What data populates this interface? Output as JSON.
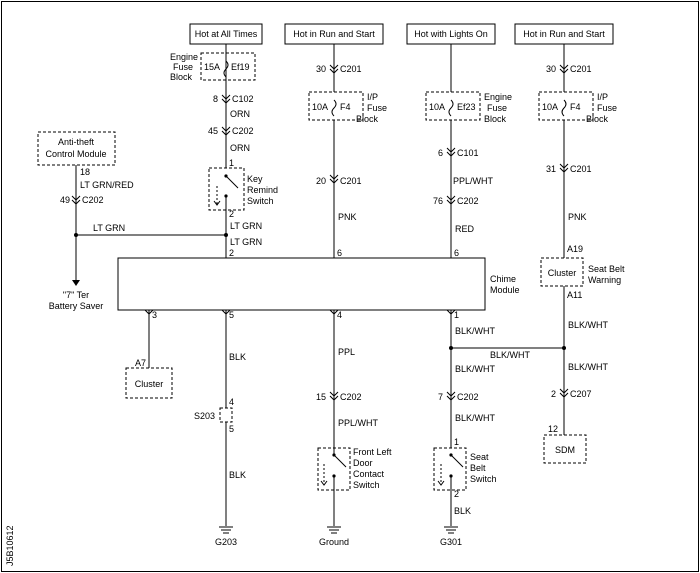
{
  "power": {
    "always": "Hot at All Times",
    "run1": "Hot in Run and Start",
    "lights": "Hot with Lights On",
    "run2": "Hot in Run and Start"
  },
  "fuses": {
    "ef19_amp": "15A",
    "ef19_name": "Ef19",
    "f4a_amp": "10A",
    "f4a_name": "F4",
    "ef23_amp": "10A",
    "ef23_name": "Ef23",
    "f4b_amp": "10A",
    "f4b_name": "F4"
  },
  "blocks": {
    "engine1": [
      "Engine",
      "Fuse",
      "Block"
    ],
    "ip1": [
      "I/P",
      "Fuse",
      "Block"
    ],
    "engine2": [
      "Engine",
      "Fuse",
      "Block"
    ],
    "ip2": [
      "I/P",
      "Fuse",
      "Block"
    ]
  },
  "connectors": {
    "c102_pin": "8",
    "c102": "C102",
    "c202a_pin": "45",
    "c202a": "C202",
    "c201a_pin": "30",
    "c201a": "C201",
    "c201b_pin": "20",
    "c201b": "C201",
    "c101_pin": "6",
    "c101": "C101",
    "c202b_pin": "76",
    "c202b": "C202",
    "c201c_pin": "30",
    "c201c": "C201",
    "c201d_pin": "31",
    "c201d": "C201",
    "c202c_pin": "49",
    "c202c": "C202",
    "c202d_pin": "15",
    "c202d": "C202",
    "c202e_pin": "7",
    "c202e": "C202",
    "c207_pin": "2",
    "c207": "C207"
  },
  "wires": {
    "orn1": "ORN",
    "orn2": "ORN",
    "ltgrnred": "LT GRN/RED",
    "ltgrn_h": "LT GRN",
    "ltgrn1": "LT GRN",
    "ltgrn2": "LT GRN",
    "pnk1": "PNK",
    "pplwht1": "PPL/WHT",
    "red": "RED",
    "pnk2": "PNK",
    "blk1": "BLK",
    "blk2": "BLK",
    "ppl": "PPL",
    "pplwht2": "PPL/WHT",
    "blkwht1": "BLK/WHT",
    "blkwht_h": "BLK/WHT",
    "blkwht2": "BLK/WHT",
    "blkwht3": "BLK/WHT",
    "blkwht4": "BLK/WHT",
    "blkwht5": "BLK/WHT",
    "blk3": "BLK"
  },
  "components": {
    "antitheft": [
      "Anti-theft",
      "Control Module"
    ],
    "antitheft_pin": "18",
    "keyswitch": [
      "Key",
      "Remind",
      "Switch"
    ],
    "keyswitch_pin1": "1",
    "keyswitch_pin2": "2",
    "chime": [
      "Chime",
      "Module"
    ],
    "chime_pin_top_left": "2",
    "chime_pin_top_mid": "6",
    "chime_pin_top_right": "6",
    "chime_pin_b1": "3",
    "chime_pin_b2": "5",
    "chime_pin_b3": "4",
    "chime_pin_b4": "1",
    "battery_saver": [
      "\"7\" Ter",
      "Battery Saver"
    ],
    "cluster_left": "Cluster",
    "cluster_left_pin": "A7",
    "cluster_right": "Cluster",
    "cluster_right_pin_top": "A19",
    "cluster_right_pin_bot": "A11",
    "seatbelt_warning": [
      "Seat Belt",
      "Warning"
    ],
    "splice": "S203",
    "splice_pin_top": "4",
    "splice_pin_bot": "5",
    "door_switch": [
      "Front Left",
      "Door",
      "Contact",
      "Switch"
    ],
    "seatbelt_switch": [
      "Seat",
      "Belt",
      "Switch"
    ],
    "seatbelt_switch_pin1": "1",
    "seatbelt_switch_pin2": "2",
    "sdm": "SDM",
    "sdm_pin": "12"
  },
  "grounds": {
    "g203": "G203",
    "ground": "Ground",
    "g301": "G301"
  },
  "footer_id": "J5B10612"
}
